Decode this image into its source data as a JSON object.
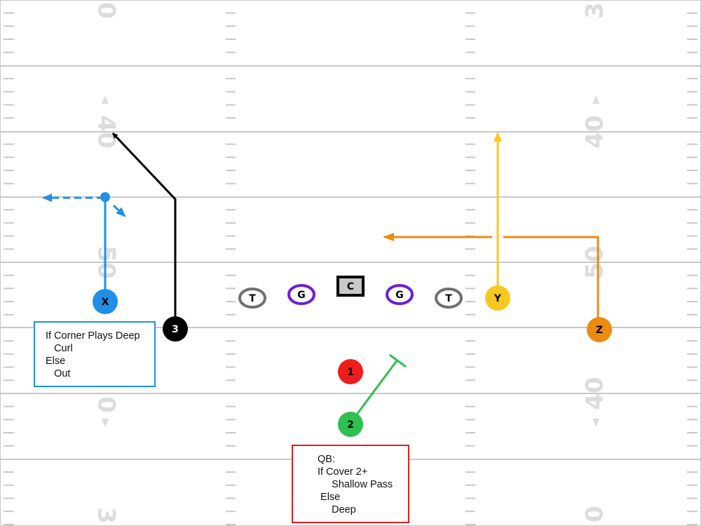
{
  "colors": {
    "yard_line": "#c8c8c8",
    "yard_number": "#dcdcdc",
    "x_receiver": "#1f8fe8",
    "three": "#000000",
    "y_receiver": "#f6c820",
    "z_receiver": "#ee8a10",
    "qb": "#2fbf4f",
    "one": "#ee1c1c",
    "tackle": "#707070",
    "guard": "#6a1fd8",
    "center": "#000000",
    "note_left_border": "#1f8fe8",
    "note_qb_border": "#e02020"
  },
  "yard_numbers": {
    "top_left": "0",
    "top_right": "3",
    "left_40": "40",
    "right_40": "40",
    "left_50": "50",
    "right_50": "50",
    "left_lower": "0",
    "right_lower_40": "40",
    "bottom_left": "3",
    "bottom_right": "0"
  },
  "players": {
    "x": "X",
    "three": "3",
    "y": "Y",
    "z": "Z",
    "qb": "2",
    "one": "1",
    "left_tackle": "T",
    "left_guard": "G",
    "center": "C",
    "right_guard": "G",
    "right_tackle": "T"
  },
  "notes": {
    "left": [
      "If Corner Plays Deep",
      "   Curl",
      "Else",
      "   Out"
    ],
    "qb": [
      "QB:",
      "If Cover 2+",
      "     Shallow Pass",
      " Else",
      "     Deep"
    ]
  }
}
